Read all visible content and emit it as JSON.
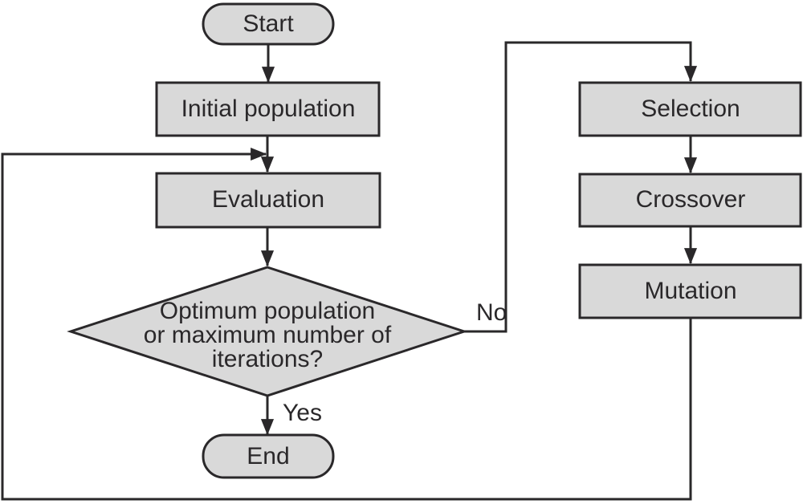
{
  "colors": {
    "background": "#ffffff",
    "node_fill": "#d9d9d9",
    "outline": "#2a282a",
    "text": "#2a282a"
  },
  "nodes": {
    "start": {
      "label": "Start"
    },
    "initial_population": {
      "label": "Initial population"
    },
    "evaluation": {
      "label": "Evaluation"
    },
    "decision": {
      "lines": [
        "Optimum population",
        "or maximum number of",
        "iterations?"
      ]
    },
    "end": {
      "label": "End"
    },
    "selection": {
      "label": "Selection"
    },
    "crossover": {
      "label": "Crossover"
    },
    "mutation": {
      "label": "Mutation"
    }
  },
  "edge_labels": {
    "yes": "Yes",
    "no": "No"
  }
}
